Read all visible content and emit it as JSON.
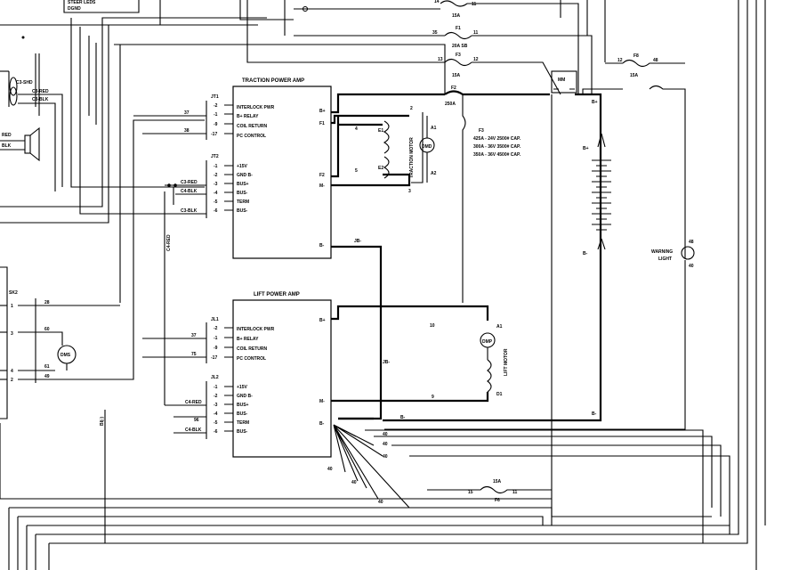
{
  "top_left": {
    "line1": "STEER LEDS",
    "line2": "DGND"
  },
  "left_labels": {
    "c3_shd": "C3-SHD",
    "c3_red": "C3-RED",
    "c3_blk": "C3-BLK",
    "red": "RED",
    "blk": "BLK",
    "sk2": "SK2",
    "dms": "DMS",
    "w28": "28",
    "w60": "60",
    "w61": "61",
    "w49": "49",
    "p1": "1",
    "p3": "3",
    "p4": "4",
    "p2": "2",
    "bi": "BI(-)",
    "c4_red_vert": "C4-RED"
  },
  "traction_amp": {
    "title": "TRACTION POWER AMP",
    "jt1_label": "JT1",
    "jt1_pins": [
      "-2",
      "-1",
      "-9",
      "-17"
    ],
    "jt1_signals": [
      "INTERLOCK PWR",
      "B+ RELAY",
      "COIL RETURN",
      "PC CONTROL"
    ],
    "jt1_wires": [
      "37",
      "38"
    ],
    "jt2_label": "JT2",
    "jt2_pins": [
      "-1",
      "-2",
      "-3",
      "-4",
      "-5",
      "-6"
    ],
    "jt2_signals": [
      "+15V",
      "GND B-",
      "BUS+",
      "BUS-",
      "TERM",
      "BUS-"
    ],
    "jt2_wires": [
      "C3-RED",
      "C4-BLK",
      "C3-BLK"
    ],
    "terminals": [
      "B+",
      "F1",
      "F2",
      "M-",
      "B-"
    ]
  },
  "traction_motor": {
    "label": "TRACTION MOTOR",
    "dmd": "DMD",
    "a1": "A1",
    "a2": "A2",
    "e1": "E1",
    "e2": "E2",
    "w2": "2",
    "w3": "3",
    "w4": "4",
    "w5": "5"
  },
  "lift_amp": {
    "title": "LIFT POWER AMP",
    "jl1_label": "JL1",
    "jl1_pins": [
      "-2",
      "-1",
      "-9",
      "-17"
    ],
    "jl1_signals": [
      "INTERLOCK PWR",
      "B+ RELAY",
      "COIL RETURN",
      "PC CONTROL"
    ],
    "jl1_wires": [
      "37",
      "75"
    ],
    "jl2_label": "JL2",
    "jl2_pins": [
      "-1",
      "-2",
      "-3",
      "-4",
      "-5",
      "-6"
    ],
    "jl2_signals": [
      "+15V",
      "GND B-",
      "BUS+",
      "BUS-",
      "TERM",
      "BUS-"
    ],
    "jl2_wires": [
      "C4-RED",
      "96",
      "C4-BLK"
    ],
    "terminals": [
      "B+",
      "M-",
      "B-"
    ]
  },
  "lift_motor": {
    "label": "LIFT MOTOR",
    "dmp": "DMP",
    "a1": "A1",
    "d1": "D1",
    "w10": "10",
    "w9": "9"
  },
  "fuses": {
    "top": {
      "left": "14",
      "right": "11",
      "rating": "15A"
    },
    "f1": {
      "name": "F1",
      "left": "35",
      "right": "11",
      "rating": "20A SB"
    },
    "f3": {
      "name": "F3",
      "left": "13",
      "right": "12",
      "rating": "15A"
    },
    "f2": {
      "name": "F2",
      "rating": "250A"
    },
    "f8": {
      "name": "F8",
      "left": "12",
      "right": "48",
      "rating": "15A"
    },
    "f3_main": {
      "name": "F3",
      "ratings": [
        "425A - 24V 2500# CAP.",
        "300A - 36V 3500# CAP.",
        "350A - 36V 4500# CAP."
      ]
    },
    "f6": {
      "name": "F6",
      "left": "15",
      "right": "11",
      "rating": "15A"
    }
  },
  "battery": {
    "mm": "MM",
    "b_plus": "B+",
    "b_minus": "B-",
    "cell_plus": "B+",
    "cell_minus": "B-"
  },
  "warning_light": {
    "label1": "WARNING",
    "label2": "LIGHT",
    "w48": "48",
    "w40": "40"
  },
  "wire_labels": {
    "jb": "JB-",
    "jb2": "JB-",
    "bm": "B-",
    "w40a": "40",
    "w40b": "40",
    "w40c": "40",
    "w40d": "40",
    "w40e": "40",
    "w40f": "40"
  }
}
